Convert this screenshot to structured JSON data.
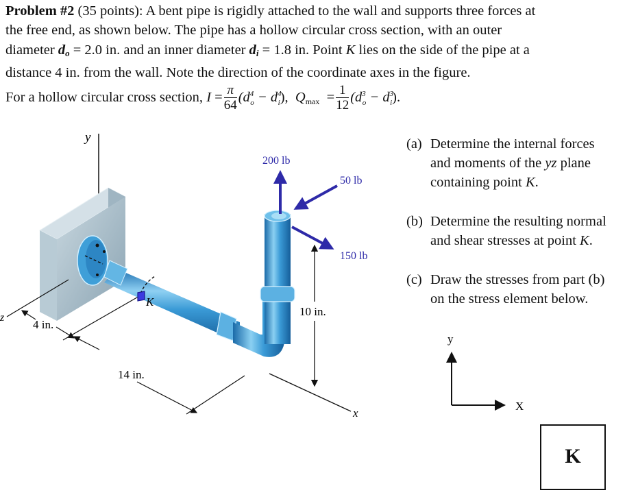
{
  "problem": {
    "heading": "Problem #2",
    "points": "(35 points):",
    "line1_rest": " A bent pipe is rigidly attached to the wall and supports three forces at",
    "line2": "the free end, as shown below.  The pipe has a hollow circular cross section, with an outer",
    "line3_a": "diameter ",
    "do_symbol": "d",
    "do_sub": "o",
    "line3_b": " = 2.0 in. and an inner diameter ",
    "di_symbol": "d",
    "di_sub": "i",
    "line3_c": " = 1.8 in.  Point ",
    "point_k": "K",
    "line3_d": " lies on the side of the pipe at a",
    "line4": "distance 4 in. from the wall.  Note the direction of the coordinate axes in the figure."
  },
  "formula": {
    "intro": "For a hollow circular cross section, ",
    "I_symbol": "I",
    "eq": " =",
    "I_num": "π",
    "I_den": "64",
    "I_body_open": "(d",
    "exp4": "4",
    "sub_o": "o",
    "minus": " − d",
    "sub_i": "i",
    "I_body_close": "),",
    "Q_symbol": "Q",
    "Q_sub": "max",
    "Q_num": "1",
    "Q_den": "12",
    "Q_body_open": "(d",
    "exp3": "3",
    "Q_body_close": ")."
  },
  "parts": [
    {
      "label": "(a)",
      "lines": [
        "Determine the internal forces",
        "and moments of the ",
        "yz",
        " plane",
        "containing point ",
        "K",
        "."
      ]
    },
    {
      "label": "(b)",
      "lines": [
        "Determine the resulting normal",
        "and shear stresses at point ",
        "K",
        "."
      ]
    },
    {
      "label": "(c)",
      "lines": [
        "Draw the stresses from part (b)",
        "on the stress element below."
      ]
    }
  ],
  "figure": {
    "axis_y": "y",
    "axis_x": "x",
    "axis_z": "z",
    "force_up": "200 lb",
    "force_diag_in": "50 lb",
    "force_diag_out": "150 lb",
    "dim_4": "4 in.",
    "dim_14": "14 in.",
    "dim_10": "10 in.",
    "point_label": "K",
    "pipe_color": "#2f8fcf",
    "force_color": "#2e2aa8",
    "wall_color": "#a9bdc8"
  },
  "stress_element": {
    "axis_y": "y",
    "axis_x": "X",
    "label": "K"
  }
}
